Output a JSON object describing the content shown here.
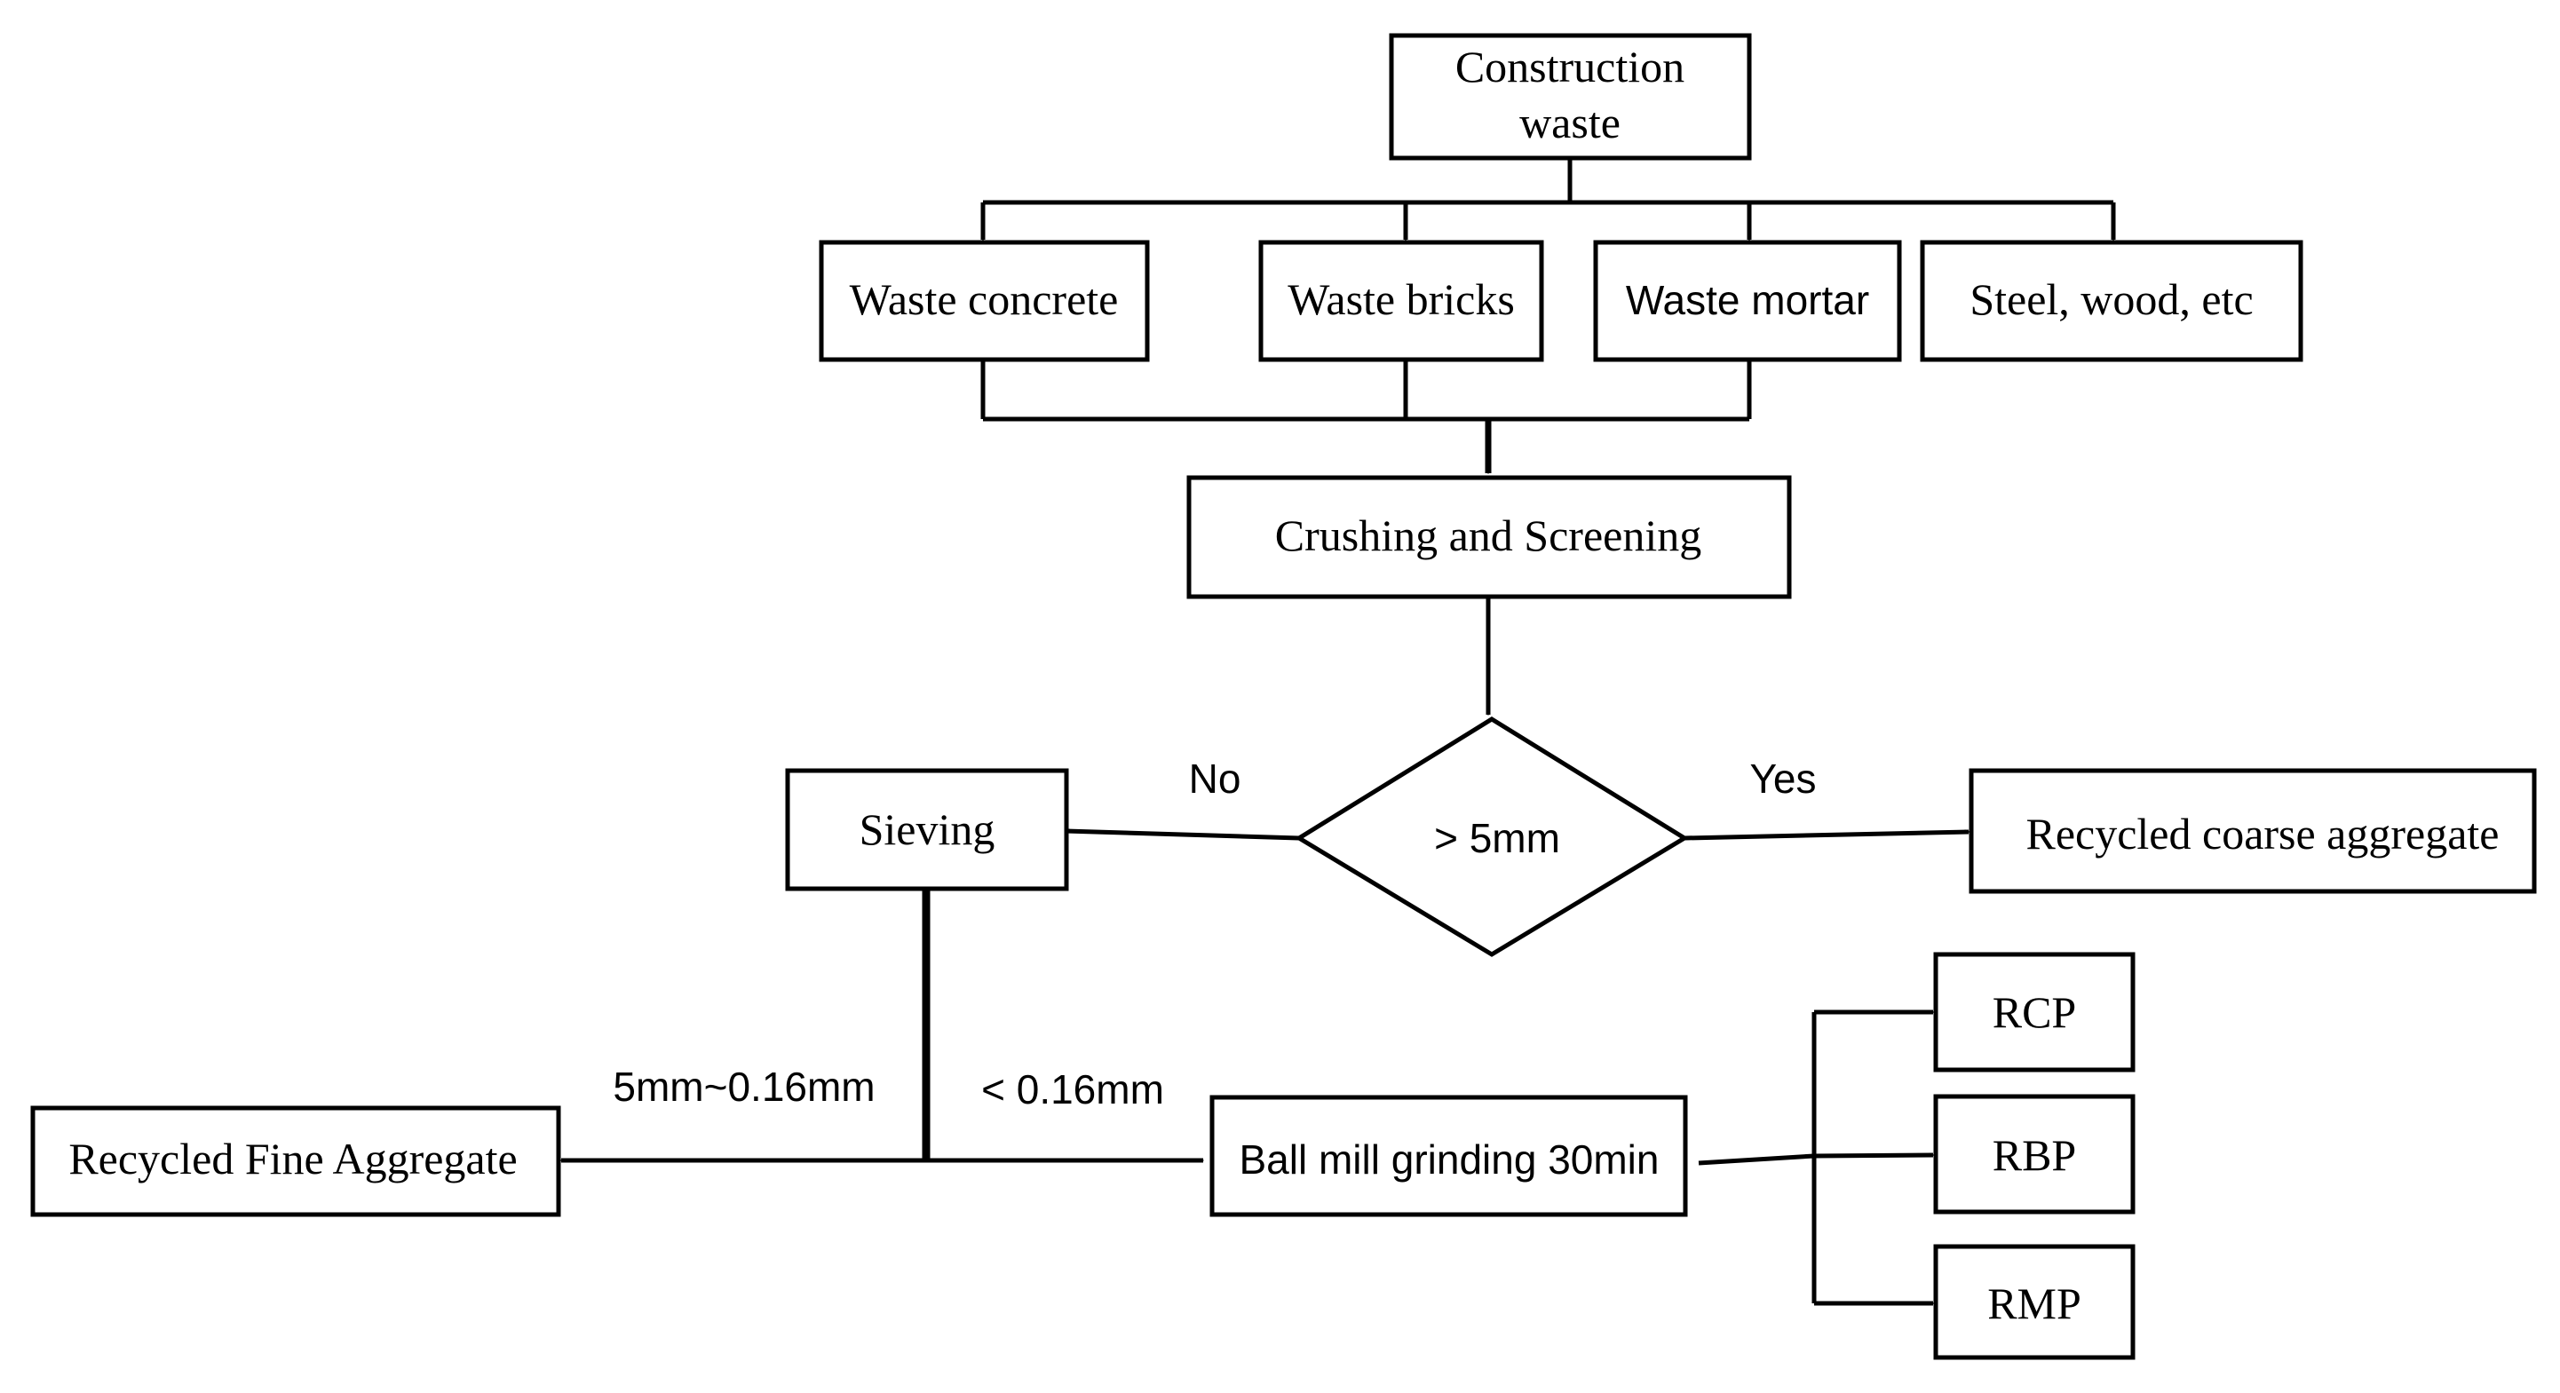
{
  "nodes": {
    "construction_waste_line1": "Construction",
    "construction_waste_line2": "waste",
    "waste_concrete": "Waste concrete",
    "waste_bricks": "Waste bricks",
    "waste_mortar": "Waste mortar",
    "steel_wood": "Steel, wood, etc",
    "crushing_screening": "Crushing and Screening",
    "decision": "> 5mm",
    "sieving": "Sieving",
    "coarse_aggregate": "Recycled coarse aggregate",
    "fine_aggregate": "Recycled Fine Aggregate",
    "ball_mill": "Ball mill grinding 30min",
    "rcp": "RCP",
    "rbp": "RBP",
    "rmp": "RMP"
  },
  "edge_labels": {
    "no": "No",
    "yes": "Yes",
    "range": "5mm~0.16mm",
    "below": "< 0.16mm"
  }
}
